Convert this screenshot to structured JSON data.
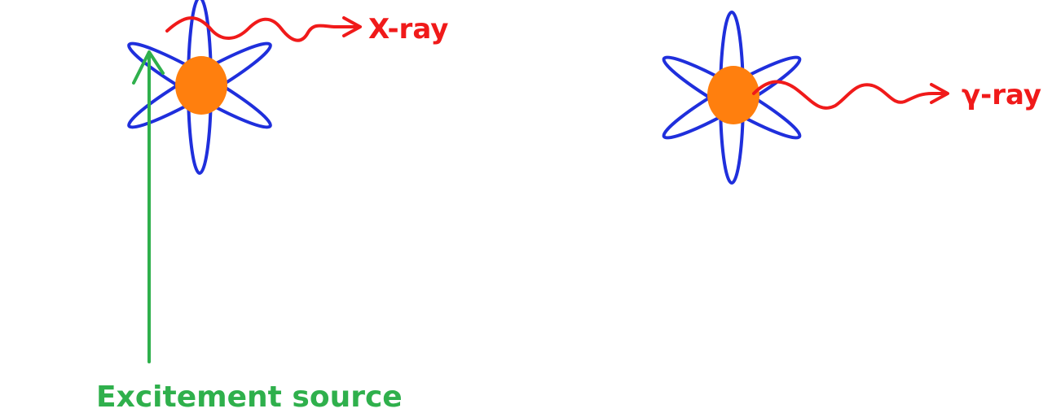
{
  "colors": {
    "background": "#ffffff",
    "orbit": "#1f2fdc",
    "nucleus": "#ff7f0e",
    "ray": "#f01a1a",
    "excitation": "#2fb04c"
  },
  "labels": {
    "xray": "X-ray",
    "gammaray": "γ-ray",
    "excitement_source": "Excitement source"
  }
}
